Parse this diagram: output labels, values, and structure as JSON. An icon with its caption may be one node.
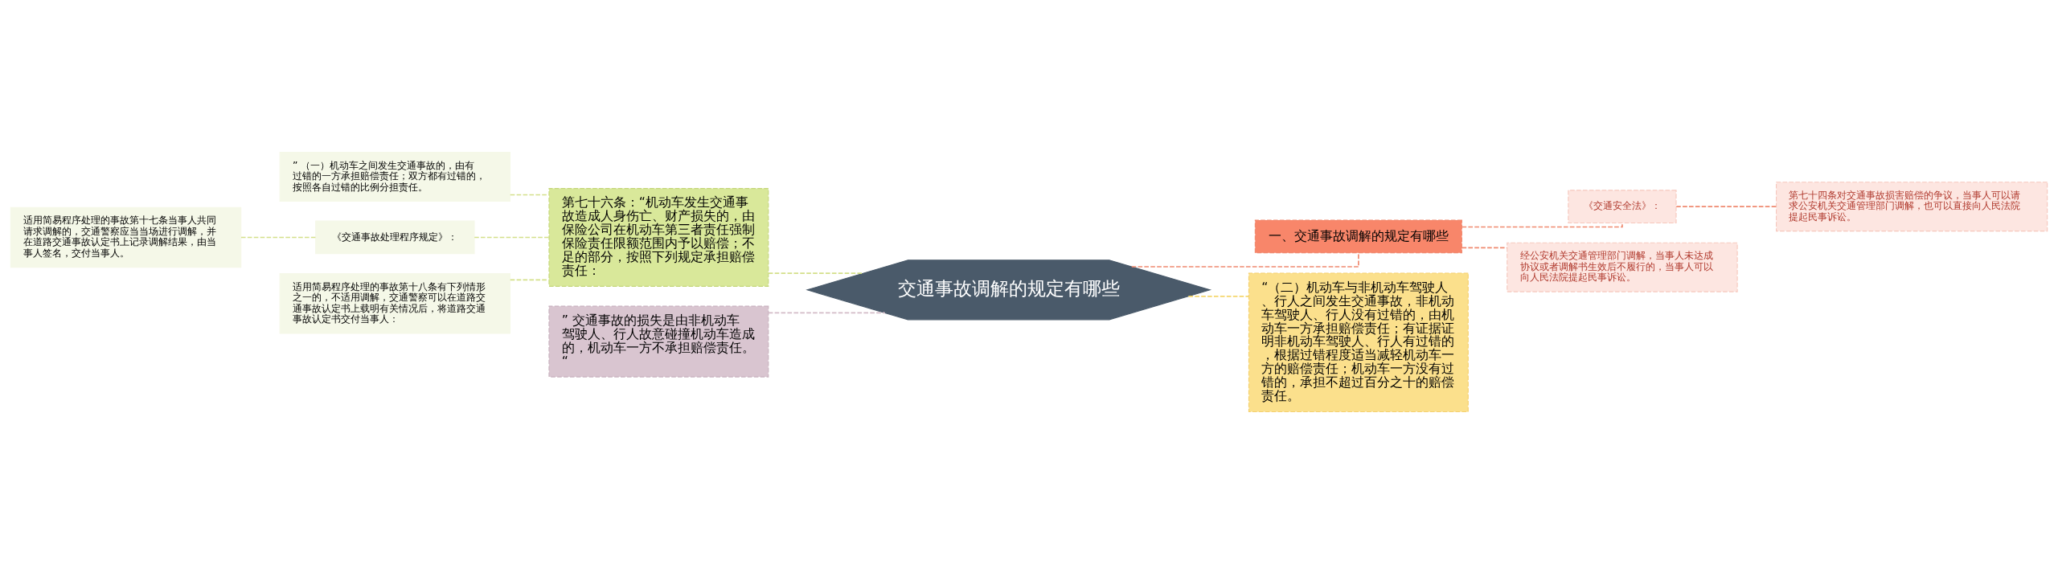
{
  "diagram": {
    "nodes": [
      {
        "text": [
          "交通事故调解的规定有哪些"
        ]
      },
      {
        "text": [
          "第七十六条：“机动车发生交通事故造成人身伤亡、财产损失的，由保险公司在机动车第三者责任强制保险责任限额范围内予以赔偿；不足的部分，按照下列规定承担赔偿责任："
        ]
      },
      {
        "text": [
          "” （一）机动车之间发生交通事故的，由有过错的一方承担赔偿责任；双方都有过错的，按照各自过错的比例分担责任。"
        ]
      },
      {
        "text": [
          "《交通事故处理程序规定》："
        ]
      },
      {
        "text": [
          "适用简易程序处理的事故第十七条当事人共同请求调解的，交通警察应当当场进行调解，并在道路交通事故认定书上记录调解结果，由当事人签名，交付当事人。"
        ]
      },
      {
        "text": [
          "适用简易程序处理的事故第十八条有下列情形之一的，不适用调解，交通警察可以在道路交通事故认定书上载明有关情况后，将道路交通事故认定书交付当事人："
        ]
      },
      {
        "text": [
          "” 交通事故的损失是由非机动车驾驶人、行人故意碰撞机动车造成的，机动车一方不承担赔偿责任。 “"
        ]
      },
      {
        "text": [
          "一、交通事故调解的规定有哪些"
        ]
      },
      {
        "text": [
          "《交通安全法》："
        ]
      },
      {
        "text": [
          "第七十四条对交通事故损害赔偿的争议，当事人可以请求公安机关交通管理部门调解，也可以直接向人民法院提起民事诉讼。"
        ]
      },
      {
        "text": [
          "经公安机关交通管理部门调解，当事人未达成协议或者调解书生效后不履行的，当事人可以向人民法院提起民事诉讼。"
        ]
      },
      {
        "text": [
          "“（二）机动车与非机动车驾驶人、行人之间发生交通事故，非机动车驾驶人、行人没有过错的，由机动车一方承担赔偿责任；有证据证明非机动车驾驶人、行人有过错的，根据过错程度适当减轻机动车一方的赔偿责任；机动车一方没有过错的，承担不超过百分之十的赔偿责任。"
        ]
      }
    ],
    "edges": [
      {
        "from": 0,
        "to": 1,
        "arrow": "none",
        "style": "dashed",
        "color": "#d4e08a"
      },
      {
        "from": 1,
        "to": 2,
        "arrow": "none",
        "style": "dashed",
        "color": "#d4e08a"
      },
      {
        "from": 1,
        "to": 3,
        "arrow": "none",
        "style": "dashed",
        "color": "#d4e08a"
      },
      {
        "from": 3,
        "to": 4,
        "arrow": "none",
        "style": "dashed",
        "color": "#d4e08a"
      },
      {
        "from": 1,
        "to": 5,
        "arrow": "none",
        "style": "dashed",
        "color": "#d4e08a"
      },
      {
        "from": 0,
        "to": 6,
        "arrow": "none",
        "style": "dashed",
        "color": "#d3bcc8"
      },
      {
        "from": 0,
        "to": 7,
        "arrow": "none",
        "style": "dashed",
        "color": "#f08a70"
      },
      {
        "from": 7,
        "to": 8,
        "arrow": "none",
        "style": "dashed",
        "color": "#f08a70"
      },
      {
        "from": 8,
        "to": 9,
        "arrow": "none",
        "style": "dashed",
        "color": "#f08a70"
      },
      {
        "from": 7,
        "to": 10,
        "arrow": "none",
        "style": "dashed",
        "color": "#f08a70"
      },
      {
        "from": 0,
        "to": 11,
        "arrow": "none",
        "style": "dashed",
        "color": "#f5d76e"
      }
    ]
  }
}
